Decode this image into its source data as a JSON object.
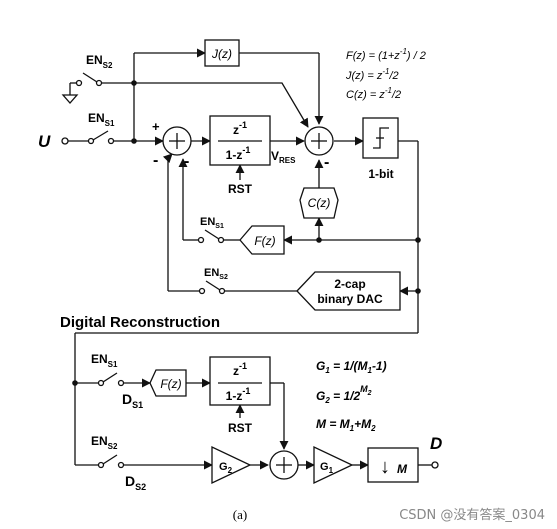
{
  "labels": {
    "input_u": "U",
    "output_d": "D",
    "en_s2_top": "EN",
    "en_s2_top_sub": "S2",
    "en_s1_top": "EN",
    "en_s1_top_sub": "S1",
    "en_s1_fb": "EN",
    "en_s1_fb_sub": "S1",
    "en_s2_fb": "EN",
    "en_s2_fb_sub": "S2",
    "en_s1_dr": "EN",
    "en_s1_dr_sub": "S1",
    "en_s2_dr": "EN",
    "en_s2_dr_sub": "S2",
    "d_s1": "D",
    "d_s1_sub": "S1",
    "d_s2": "D",
    "d_s2_sub": "S2",
    "v_res": "V",
    "v_res_sub": "RES",
    "rst_1": "RST",
    "rst_2": "RST",
    "plus_sign": "+",
    "minus_sign": "-",
    "section_title": "Digital Reconstruction",
    "caption": "(a)",
    "watermark": "CSDN @没有答案_0304"
  },
  "blocks": {
    "j_block": "J(z)",
    "f_block_top": "F(z)",
    "f_block_dr": "F(z)",
    "c_block": "C(z)",
    "int_num": "z",
    "int_num_sup": "-1",
    "int_den": "1-z",
    "int_den_sup": "-1",
    "quantizer_label": "1-bit",
    "dac_line1": "2-cap",
    "dac_line2": "binary DAC",
    "g2_block": "G",
    "g2_sub": "2",
    "g1_block": "G",
    "g1_sub": "1",
    "decim_arrow": "↓",
    "decim_m": "M"
  },
  "equations": {
    "f_def": "F(z) = (1+z",
    "f_def_sup": "-1",
    "f_def_tail": ") / 2",
    "j_def": "J(z) = z",
    "j_def_sup": "-1",
    "j_def_tail": "/2",
    "c_def": "C(z) = z",
    "c_def_sup": "-1",
    "c_def_tail": "/2",
    "g1_def": "G",
    "g1_def_sub": "1",
    "g1_def_mid": " = 1/(M",
    "g1_def_sub2": "1",
    "g1_def_tail": "-1)",
    "g2_def": "G",
    "g2_def_sub": "2",
    "g2_def_mid": " = 1/2",
    "g2_def_sup": "M",
    "g2_def_sup_sub": "2",
    "m_def": "M = M",
    "m_def_sub": "1",
    "m_def_mid": "+M",
    "m_def_sub2": "2"
  }
}
